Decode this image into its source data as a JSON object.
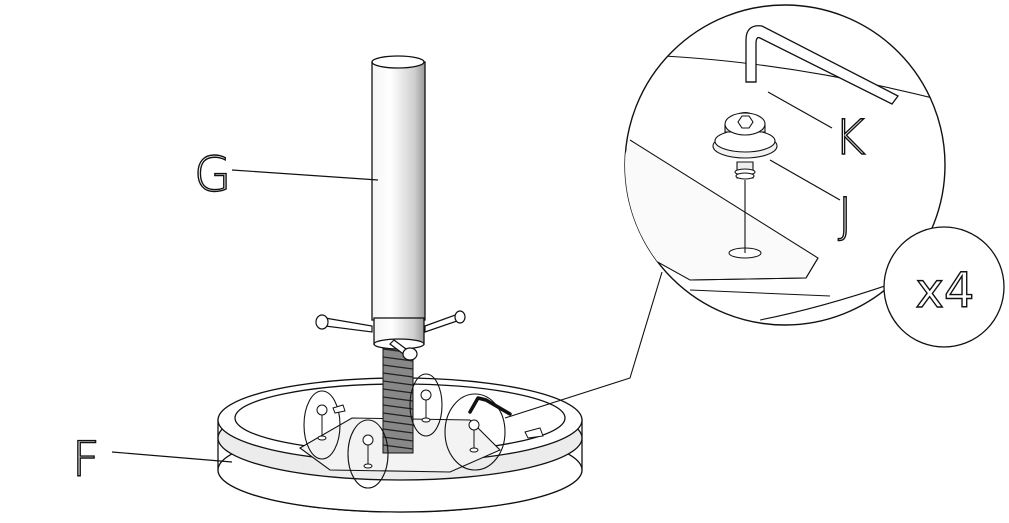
{
  "labels": {
    "g": "G",
    "f": "F",
    "k": "K",
    "j": "J"
  },
  "quantity": "x4",
  "colors": {
    "line": "#111111",
    "background": "#ffffff",
    "shade": "#d9d9d9"
  }
}
